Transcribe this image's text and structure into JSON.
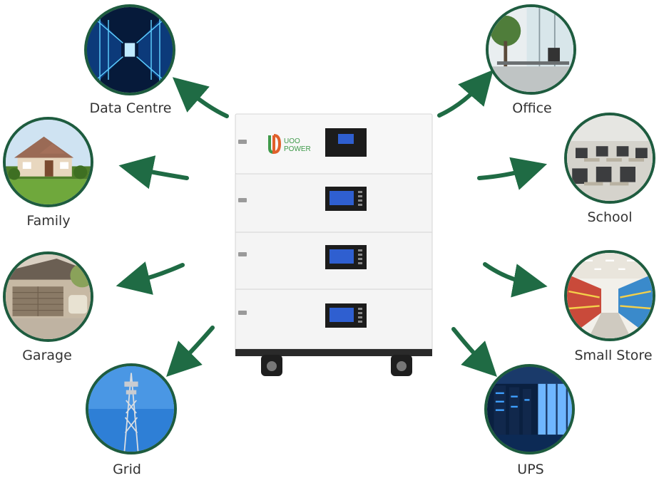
{
  "applications": {
    "data_centre": "Data Centre",
    "family": "Family",
    "garage": "Garage",
    "grid": "Grid",
    "office": "Office",
    "school": "School",
    "small_store": "Small Store",
    "ups": "UPS"
  },
  "brand": {
    "line1": "UOO",
    "line2": "POWER"
  },
  "colors": {
    "accent": "#1e5c3f",
    "arrow": "#1f6b44",
    "brand_green": "#3f9a4a",
    "brand_orange": "#e0602b",
    "screen": "#2f5fd0"
  },
  "icons": [
    "data-centre-photo",
    "house-photo",
    "garage-photo",
    "tower-photo",
    "office-photo",
    "classroom-photo",
    "store-aisle-photo",
    "server-room-photo",
    "battery-unit"
  ]
}
